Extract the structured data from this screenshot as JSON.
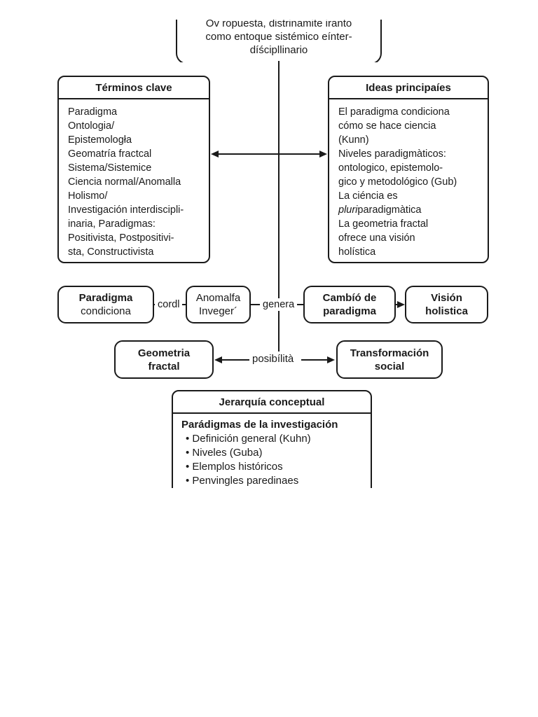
{
  "page": {
    "background": "#ffffff",
    "ink": "#1a1a1a"
  },
  "top_box": {
    "line_clipped": "Ov ropuesta, distrinamite iranto",
    "line2": "como entoque sistémico eínter-",
    "line3": "díścipllinario"
  },
  "terminos": {
    "title": "Términos clave",
    "body": "Paradigma\nOntologia/\nEpistemologła\nGeomatría fractcal\nSistema/Sistemice\nCiencia normal/Anomalla\nHolismo/\nInvestigación interdiscipli-\ninaria, Paradigmas:\nPositivista, Postpositivi-\nsta, Constructivista"
  },
  "ideas": {
    "title": "Ideas principaíes",
    "body_pre": "El paradigma condiciona\ncómo se hace ciencia\n(Kunn)\nNiveles paradigmàticos:\nontologico, epistemolo-\ngico y metodológico (Gub)\nLa ciéncia es\n",
    "pluri_italic": "pluri",
    "pluri_rest": "paradigmàtica",
    "body_post": "La geometria fractal\nofrece una visión\nholística"
  },
  "nodes": {
    "paradigma": {
      "line1": "Paradigma",
      "line2": "condiciona"
    },
    "anomalia": {
      "line1": "Anomalfa",
      "line2": "Inveger´"
    },
    "cambio": {
      "line1": "Cambíó de",
      "line2": "paradigma"
    },
    "vision": {
      "line1": "Visión",
      "line2": "holistica"
    },
    "geometria": {
      "line1": "Geometria",
      "line2": "fractal"
    },
    "transformacion": {
      "line1": "Transformación",
      "line2": "social"
    }
  },
  "edges": {
    "cordl": "cordl",
    "genera": "genera",
    "posibilita": "posibílità"
  },
  "jerarquia": {
    "title": "Jerarquía conceptual",
    "heading": "Parádigmas de la investigación",
    "bullets": [
      "• Definición general (Kuhn)",
      "• Niveles (Guba)",
      "• Elemplos históricos",
      "• Penvingles paredinaes"
    ]
  }
}
